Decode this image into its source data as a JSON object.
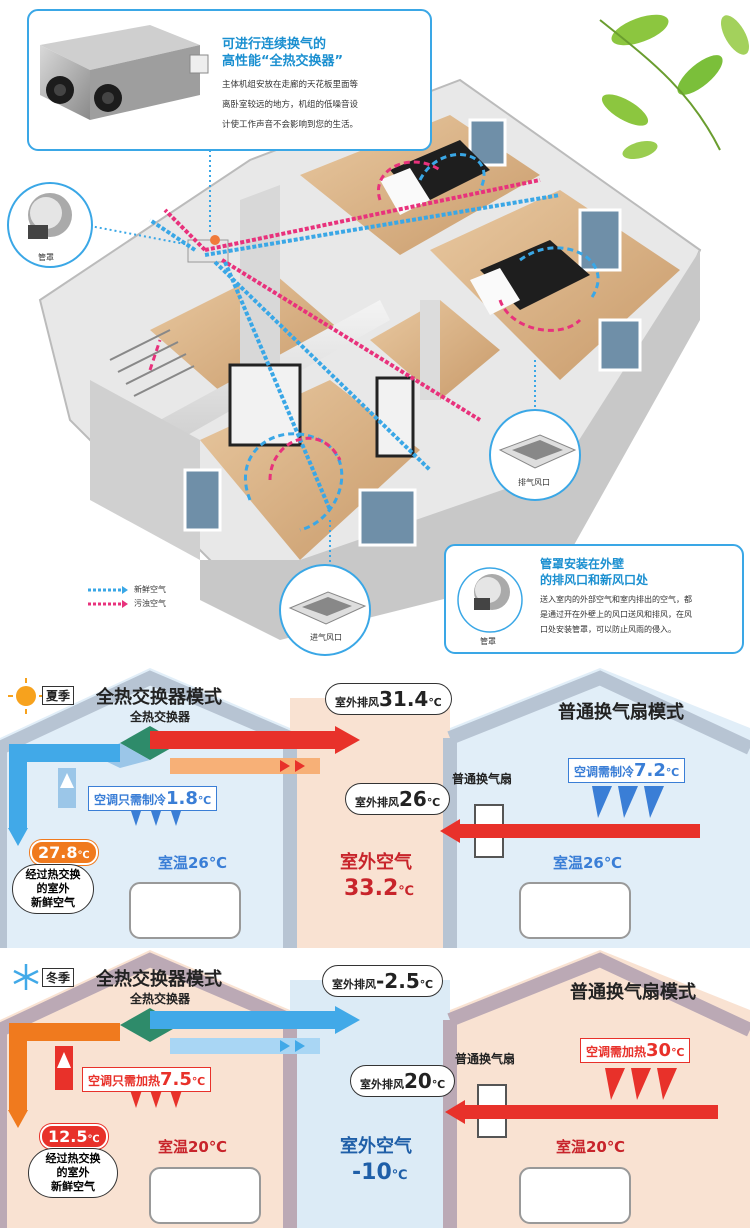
{
  "top": {
    "callout_top": {
      "title_line1": "可进行连续换气的",
      "title_line2": "高性能“全热交换器”",
      "body_line1": "主体机组安放在走廊的天花板里面等",
      "body_line2": "离卧室较远的地方，机组的低噪音设",
      "body_line3": "计使工作声音不会影响到您的生活。"
    },
    "left_bubble_label": "管罩",
    "exhaust_vent_label": "排气风口",
    "intake_vent_label": "进气风口",
    "legend": {
      "fresh": "新鲜空气",
      "dirty": "污浊空气"
    },
    "callout_bottom": {
      "title_line1": "管罩安装在外壁",
      "title_line2": "的排风口和新风口处",
      "body_line1": "送入室内的外部空气和室内排出的空气，都",
      "body_line2": "是通过开在外壁上的风口送风和排风，在风",
      "body_line3": "口处安装管罩，可以防止风雨的侵入。",
      "hood_label": "管罩"
    }
  },
  "summer": {
    "season": "夏季",
    "mode_left": "全热交换器模式",
    "exchanger": "全热交换器",
    "outdoor_exhaust_label": "室外排风",
    "outdoor_exhaust_value": "31.4",
    "unit": "℃",
    "ac_label": "空调只需制冷",
    "ac_value": "1.8",
    "supply_temp": "27.8",
    "note_line1": "经过热交换",
    "note_line2": "的室外",
    "note_line3": "新鲜空气",
    "room_temp_left": "室温26℃",
    "outdoor_air": "室外空气",
    "outdoor_air_temp": "33.2",
    "fan_label": "普通换气扇",
    "fan_exhaust_label": "室外排风",
    "fan_exhaust_value": "26",
    "mode_right": "普通换气扇模式",
    "ac_right_label": "空调需制冷",
    "ac_right_value": "7.2",
    "room_temp_right": "室温26℃"
  },
  "winter": {
    "season": "冬季",
    "mode_left": "全热交换器模式",
    "exchanger": "全热交换器",
    "outdoor_exhaust_label": "室外排风",
    "outdoor_exhaust_value": "-2.5",
    "unit": "℃",
    "ac_label": "空调只需加热",
    "ac_value": "7.5",
    "supply_temp": "12.5",
    "note_line1": "经过热交换",
    "note_line2": "的室外",
    "note_line3": "新鲜空气",
    "room_temp_left": "室温20℃",
    "outdoor_air": "室外空气",
    "outdoor_air_temp": "-10",
    "fan_label": "普通换气扇",
    "fan_exhaust_label": "室外排风",
    "fan_exhaust_value": "20",
    "mode_right": "普通换气扇模式",
    "ac_right_label": "空调需加热",
    "ac_right_value": "30",
    "room_temp_right": "室温20℃"
  },
  "colors": {
    "fresh_blue": "#3aa7e6",
    "dirty_pink": "#e8327c",
    "summer_bg": "#f9e2d2",
    "winter_bg": "#dcebf6",
    "heat_red": "#e8312a",
    "cold_blue": "#41a9e8"
  }
}
